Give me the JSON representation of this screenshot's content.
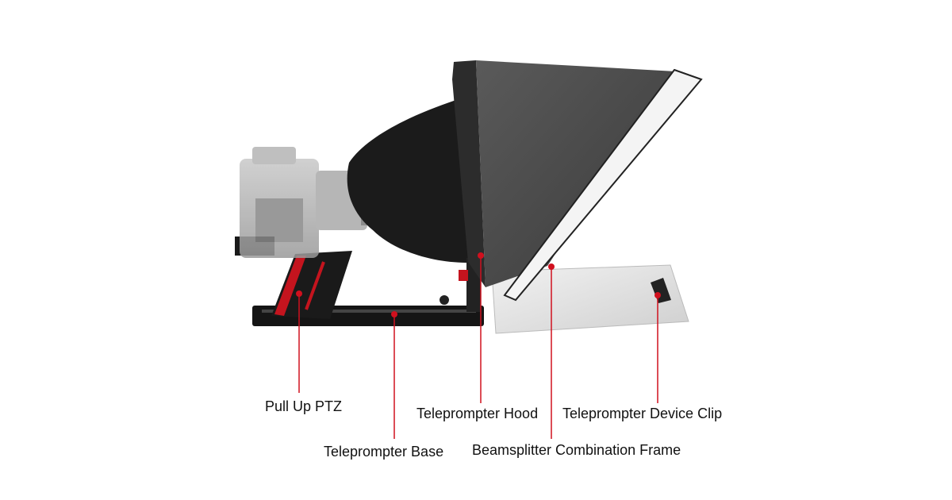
{
  "product": "teleprompter",
  "accent_color": "#d0101e",
  "labels": {
    "ptz": "Pull Up PTZ",
    "base": "Teleprompter Base",
    "hood": "Teleprompter Hood",
    "frame": "Beamsplitter Combination Frame",
    "clip": "Teleprompter Device Clip"
  }
}
